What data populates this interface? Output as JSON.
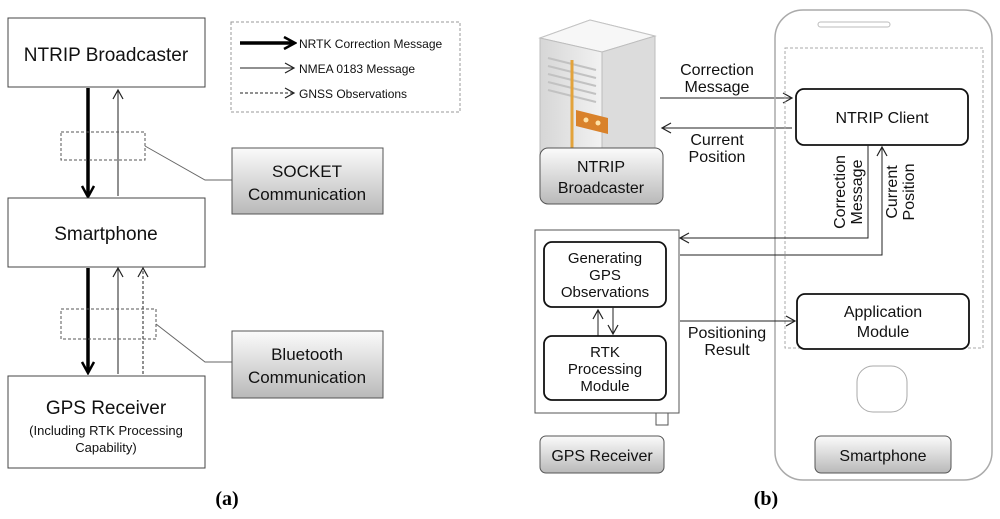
{
  "panel_a": {
    "caption": "(a)",
    "legend": {
      "nrtk": "NRTK Correction Message",
      "nmea": "NMEA 0183 Message",
      "gnss": "GNSS Observations"
    },
    "ntrip_broadcaster": "NTRIP Broadcaster",
    "smartphone": "Smartphone",
    "gps_receiver": {
      "title": "GPS Receiver",
      "sub1": "(Including RTK Processing",
      "sub2": "Capability)"
    },
    "socket": {
      "line1": "SOCKET",
      "line2": "Communication"
    },
    "bluetooth": {
      "line1": "Bluetooth",
      "line2": "Communication"
    }
  },
  "panel_b": {
    "caption": "(b)",
    "broadcaster_label": {
      "line1": "NTRIP",
      "line2": "Broadcaster"
    },
    "correction_message": {
      "line1": "Correction",
      "line2": "Message"
    },
    "current_position": {
      "line1": "Current",
      "line2": "Position"
    },
    "ntrip_client": "NTRIP Client",
    "vertical_correction": {
      "line1": "Correction",
      "line2": "Message"
    },
    "vertical_position": {
      "line1": "Current",
      "line2": "Position"
    },
    "generating": {
      "line1": "Generating",
      "line2": "GPS",
      "line3": "Observations"
    },
    "rtk": {
      "line1": "RTK",
      "line2": "Processing",
      "line3": "Module"
    },
    "positioning": {
      "line1": "Positioning",
      "line2": "Result"
    },
    "application": {
      "line1": "Application",
      "line2": "Module"
    },
    "gps_receiver_label": "GPS Receiver",
    "smartphone_label": "Smartphone"
  }
}
